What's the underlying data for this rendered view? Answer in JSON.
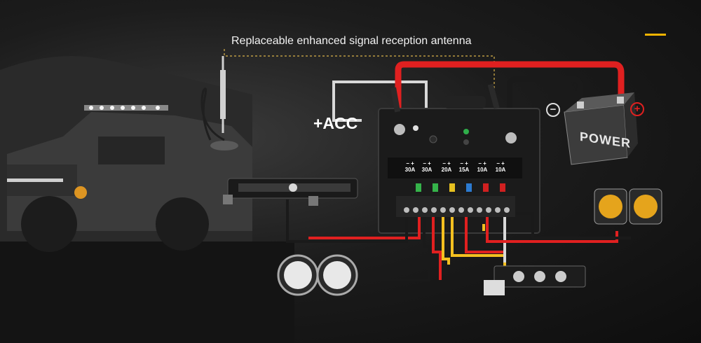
{
  "antenna_caption": "Replaceable enhanced signal reception antenna",
  "acc_label": "+ACC",
  "battery": {
    "brand": "POWER",
    "negative_symbol": "−",
    "positive_symbol": "+"
  },
  "fuses": [
    {
      "polarity": "− +",
      "rating": "30A"
    },
    {
      "polarity": "− +",
      "rating": "30A"
    },
    {
      "polarity": "− +",
      "rating": "20A"
    },
    {
      "polarity": "− +",
      "rating": "15A"
    },
    {
      "polarity": "− +",
      "rating": "10A"
    },
    {
      "polarity": "− +",
      "rating": "10A"
    }
  ],
  "colors": {
    "accent": "#f4b400",
    "power_cable": "#e02020",
    "ground_cable": "#222222",
    "acc_wire": "#d8d8d8"
  }
}
